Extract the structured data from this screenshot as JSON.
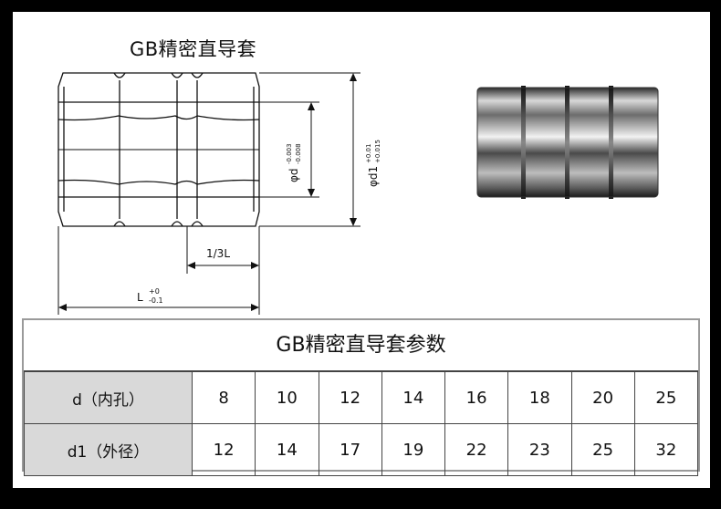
{
  "drawing": {
    "title": "GB精密直导套",
    "dim_inner": "φd",
    "dim_inner_tol_upper": "-0.003",
    "dim_inner_tol_lower": "-0.008",
    "dim_outer": "φd1",
    "dim_outer_tol_upper": "+0.01",
    "dim_outer_tol_lower": "+0.015",
    "dim_groove": "1/3L",
    "dim_length": "L",
    "dim_length_tol_upper": "+0",
    "dim_length_tol_lower": "-0.1"
  },
  "table": {
    "title": "GB精密直导套参数",
    "rows": [
      {
        "label": "d（内孔）",
        "values": [
          "8",
          "10",
          "12",
          "14",
          "16",
          "18",
          "20",
          "25"
        ]
      },
      {
        "label": "d1（外径）",
        "values": [
          "12",
          "14",
          "17",
          "19",
          "22",
          "23",
          "25",
          "32"
        ]
      }
    ]
  },
  "colors": {
    "background": "#000000",
    "panel": "#ffffff",
    "label_cell": "#d9d9d9"
  }
}
